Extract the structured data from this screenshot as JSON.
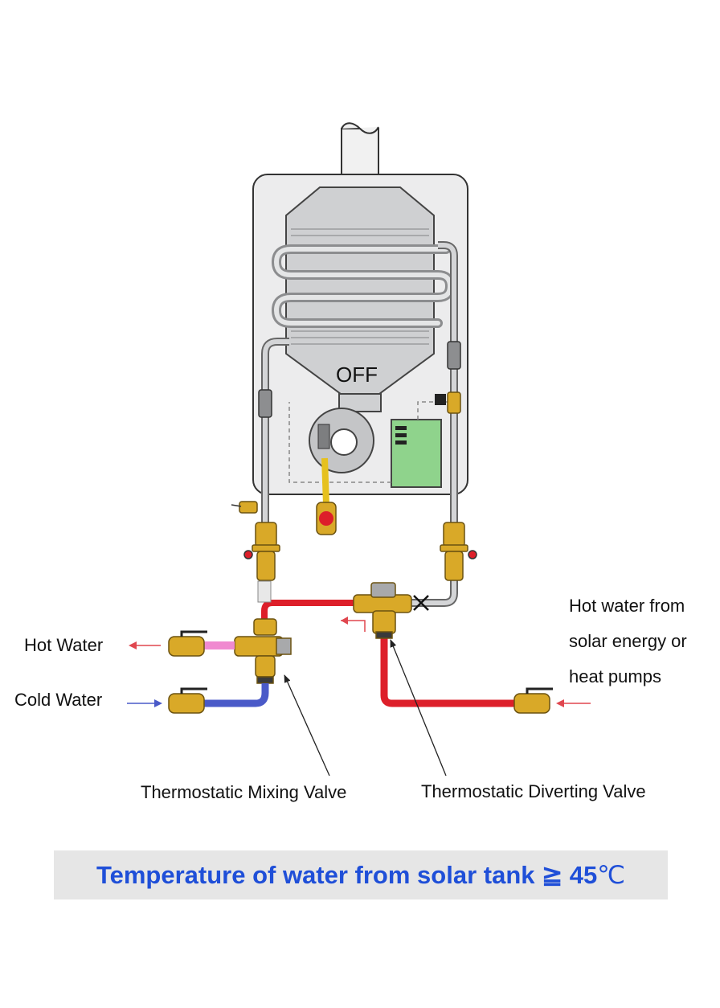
{
  "heater": {
    "display_label": "OFF"
  },
  "labels": {
    "hot_water": "Hot Water",
    "cold_water": "Cold Water",
    "solar_line1": "Hot water from",
    "solar_line2": "solar energy or",
    "solar_line3": "heat pumps",
    "mixing_valve": "Thermostatic Mixing Valve",
    "diverting_valve": "Thermostatic Diverting Valve"
  },
  "caption": {
    "text": "Temperature of water from solar tank ≧ 45",
    "unit": "℃"
  },
  "colors": {
    "hot_pipe": "#dd1f2a",
    "cold_pipe": "#4a5ac8",
    "hot_outlet_pipe": "#f08ad0",
    "grey_pipe": "#c9cacc",
    "brass": "#d9a928",
    "control_board": "#8fd38c",
    "caption_text": "#1f4fd8",
    "caption_bg": "#e6e6e6"
  }
}
